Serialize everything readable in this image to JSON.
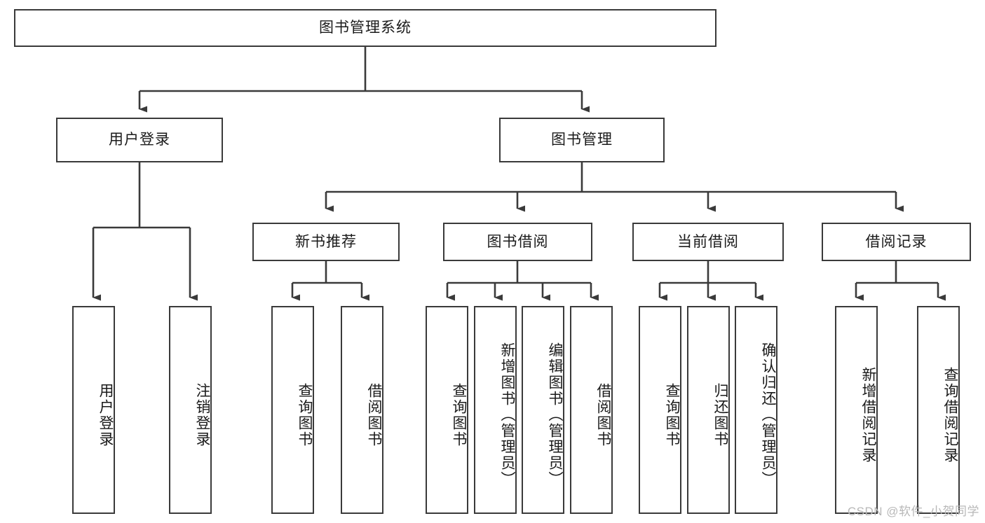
{
  "diagram": {
    "title": "图书管理系统",
    "type": "hierarchy-tree",
    "watermark": "CSDN @软件_小贺同学",
    "colors": {
      "border": "#3a3a3a",
      "background": "#ffffff",
      "text": "#1a1a1a",
      "watermark": "#b8b8b8"
    },
    "root": {
      "label": "图书管理系统"
    },
    "level1": [
      {
        "label": "用户登录"
      },
      {
        "label": "图书管理"
      }
    ],
    "level2": [
      {
        "label": "新书推荐"
      },
      {
        "label": "图书借阅"
      },
      {
        "label": "当前借阅"
      },
      {
        "label": "借阅记录"
      }
    ],
    "leaves": {
      "user_login": [
        {
          "label": "用户登录"
        },
        {
          "label": "注销登录"
        }
      ],
      "new_book_recommend": [
        {
          "label": "查询图书"
        },
        {
          "label": "借阅图书"
        }
      ],
      "book_borrow": [
        {
          "label": "查询图书"
        },
        {
          "label": "新增图书（管理员）"
        },
        {
          "label": "编辑图书（管理员）"
        },
        {
          "label": "借阅图书"
        }
      ],
      "current_borrow": [
        {
          "label": "查询图书"
        },
        {
          "label": "归还图书"
        },
        {
          "label": "确认归还（管理员）"
        }
      ],
      "borrow_record": [
        {
          "label": "新增借阅记录"
        },
        {
          "label": "查询借阅记录"
        }
      ]
    }
  }
}
